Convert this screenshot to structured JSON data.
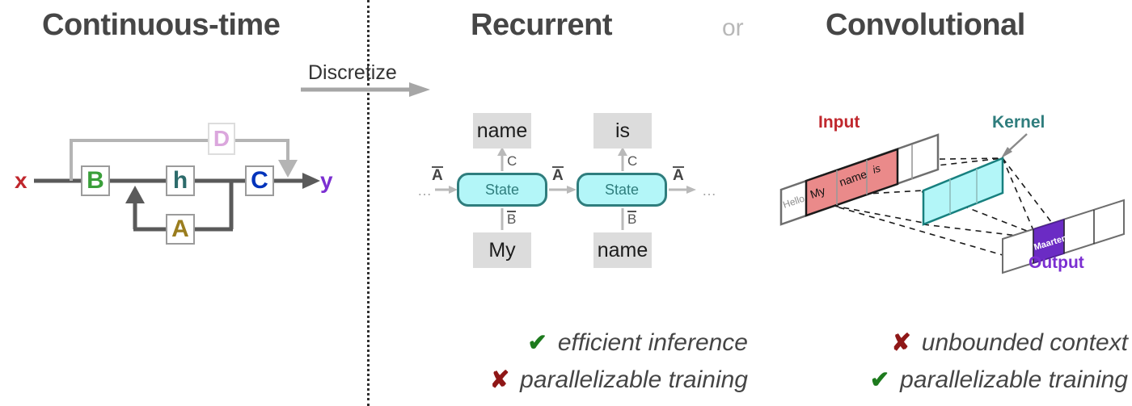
{
  "titles": {
    "continuous": "Continuous-time",
    "recurrent": "Recurrent",
    "or": "or",
    "convolutional": "Convolutional"
  },
  "discretize": {
    "label": "Discretize",
    "arrow_icon": "right-arrow-icon"
  },
  "continuous_diagram": {
    "input_label": "x",
    "output_label": "y",
    "blocks": [
      {
        "id": "B",
        "label": "B",
        "color": "#3a9f3a"
      },
      {
        "id": "h",
        "label": "h",
        "color": "#2d6b6b"
      },
      {
        "id": "C",
        "label": "C",
        "color": "#0033bb"
      },
      {
        "id": "A",
        "label": "A",
        "color": "#9a7d1e"
      },
      {
        "id": "D",
        "label": "D",
        "color": "#dba7dd"
      }
    ],
    "input_color": "#c0272d",
    "output_color": "#7b2fd1"
  },
  "recurrent_diagram": {
    "state_label": "State",
    "outputs": [
      "name",
      "is"
    ],
    "inputs": [
      "My",
      "name"
    ],
    "transition_label": "A",
    "emission_label": "C",
    "input_matrix_label": "B",
    "ellipsis": "…",
    "state_fill": "#b3f6f8",
    "state_border": "#2f7d7d"
  },
  "conv_diagram": {
    "input_label": "Input",
    "kernel_label": "Kernel",
    "output_label": "Output",
    "input_cells": [
      "Hello",
      "My",
      "name",
      "is",
      "",
      ""
    ],
    "input_highlight_indices": [
      1,
      2,
      3
    ],
    "output_cells": [
      "",
      "Maarten",
      "",
      ""
    ],
    "output_highlight_index": 1,
    "kernel_cells": 3,
    "input_color": "#c0272d",
    "input_fill": "#ea8a8a",
    "kernel_color": "#2f7d7d",
    "kernel_fill": "#b3f6f8",
    "output_color": "#7b2fd1",
    "output_fill": "#6b2bc4"
  },
  "properties": {
    "recurrent": [
      {
        "mark": "check",
        "glyph": "✔",
        "text": "efficient inference"
      },
      {
        "mark": "cross",
        "glyph": "✘",
        "text": "parallelizable training"
      }
    ],
    "convolutional": [
      {
        "mark": "cross",
        "glyph": "✘",
        "text": "unbounded context"
      },
      {
        "mark": "check",
        "glyph": "✔",
        "text": "parallelizable training"
      }
    ]
  }
}
